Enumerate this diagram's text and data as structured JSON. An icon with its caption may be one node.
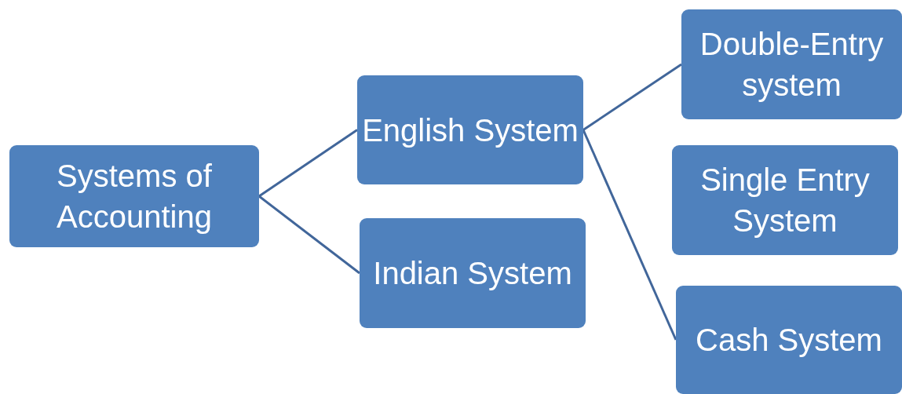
{
  "diagram": {
    "nodes": [
      {
        "text": [
          "Systems of Accounting"
        ]
      },
      {
        "text": [
          "English System"
        ]
      },
      {
        "text": [
          "Indian System"
        ]
      },
      {
        "text": [
          "Double-Entry system"
        ]
      },
      {
        "text": [
          "Single Entry System"
        ]
      },
      {
        "text": [
          "Cash System"
        ]
      }
    ],
    "edges": [
      {
        "from": 0,
        "to": 1,
        "arrow": "none"
      },
      {
        "from": 0,
        "to": 2,
        "arrow": "none"
      },
      {
        "from": 1,
        "to": 3,
        "arrow": "none"
      },
      {
        "from": 1,
        "to": 5,
        "arrow": "none"
      }
    ]
  }
}
